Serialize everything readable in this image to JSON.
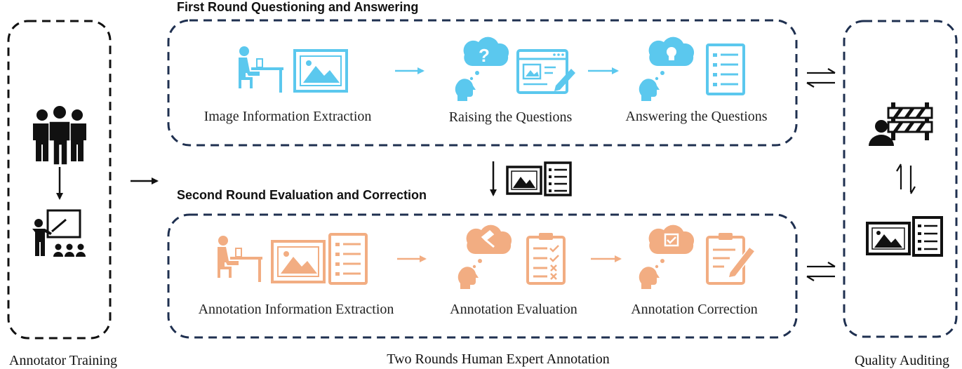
{
  "columns": {
    "training": {
      "caption": "Annotator Training"
    },
    "expert": {
      "caption": "Two Rounds Human Expert Annotation"
    },
    "auditing": {
      "caption": "Quality Auditing"
    }
  },
  "round1": {
    "title": "First Round Questioning and Answering",
    "steps": [
      {
        "label": "Image Information Extraction"
      },
      {
        "label": "Raising the Questions"
      },
      {
        "label": "Answering the Questions"
      }
    ]
  },
  "round2": {
    "title": "Second Round Evaluation and Correction",
    "steps": [
      {
        "label": "Annotation Information Extraction"
      },
      {
        "label": "Annotation Evaluation"
      },
      {
        "label": "Annotation Correction"
      }
    ]
  },
  "colors": {
    "box_border": "#1f3050",
    "round1_icon": "#5bc8ee",
    "round2_icon": "#f2ad82",
    "black": "#111111"
  }
}
